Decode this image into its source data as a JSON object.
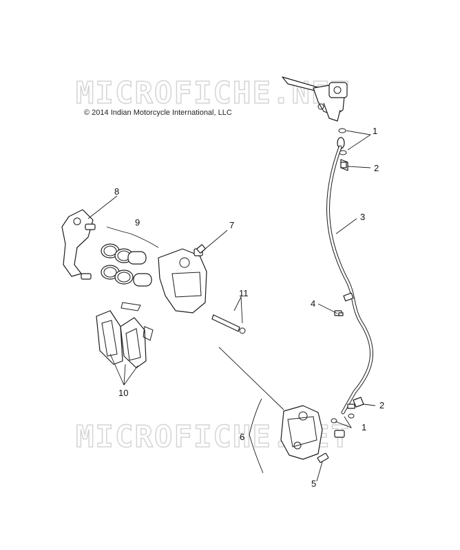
{
  "watermark": "MICROFICHE.NET",
  "copyright": "© 2014 Indian Motorcycle International, LLC",
  "callouts": {
    "c1_top": "1",
    "c2_top": "2",
    "c3": "3",
    "c4": "4",
    "c2_bottom": "2",
    "c1_bottom": "1",
    "c5": "5",
    "c6": "6",
    "c7": "7",
    "c8": "8",
    "c9": "9",
    "c10": "10",
    "c11": "11"
  },
  "icons": {
    "master_cylinder": "brake-master-cylinder-icon",
    "caliper": "brake-caliper-icon",
    "hose": "brake-hose-icon",
    "bracket": "caliper-bracket-icon"
  }
}
